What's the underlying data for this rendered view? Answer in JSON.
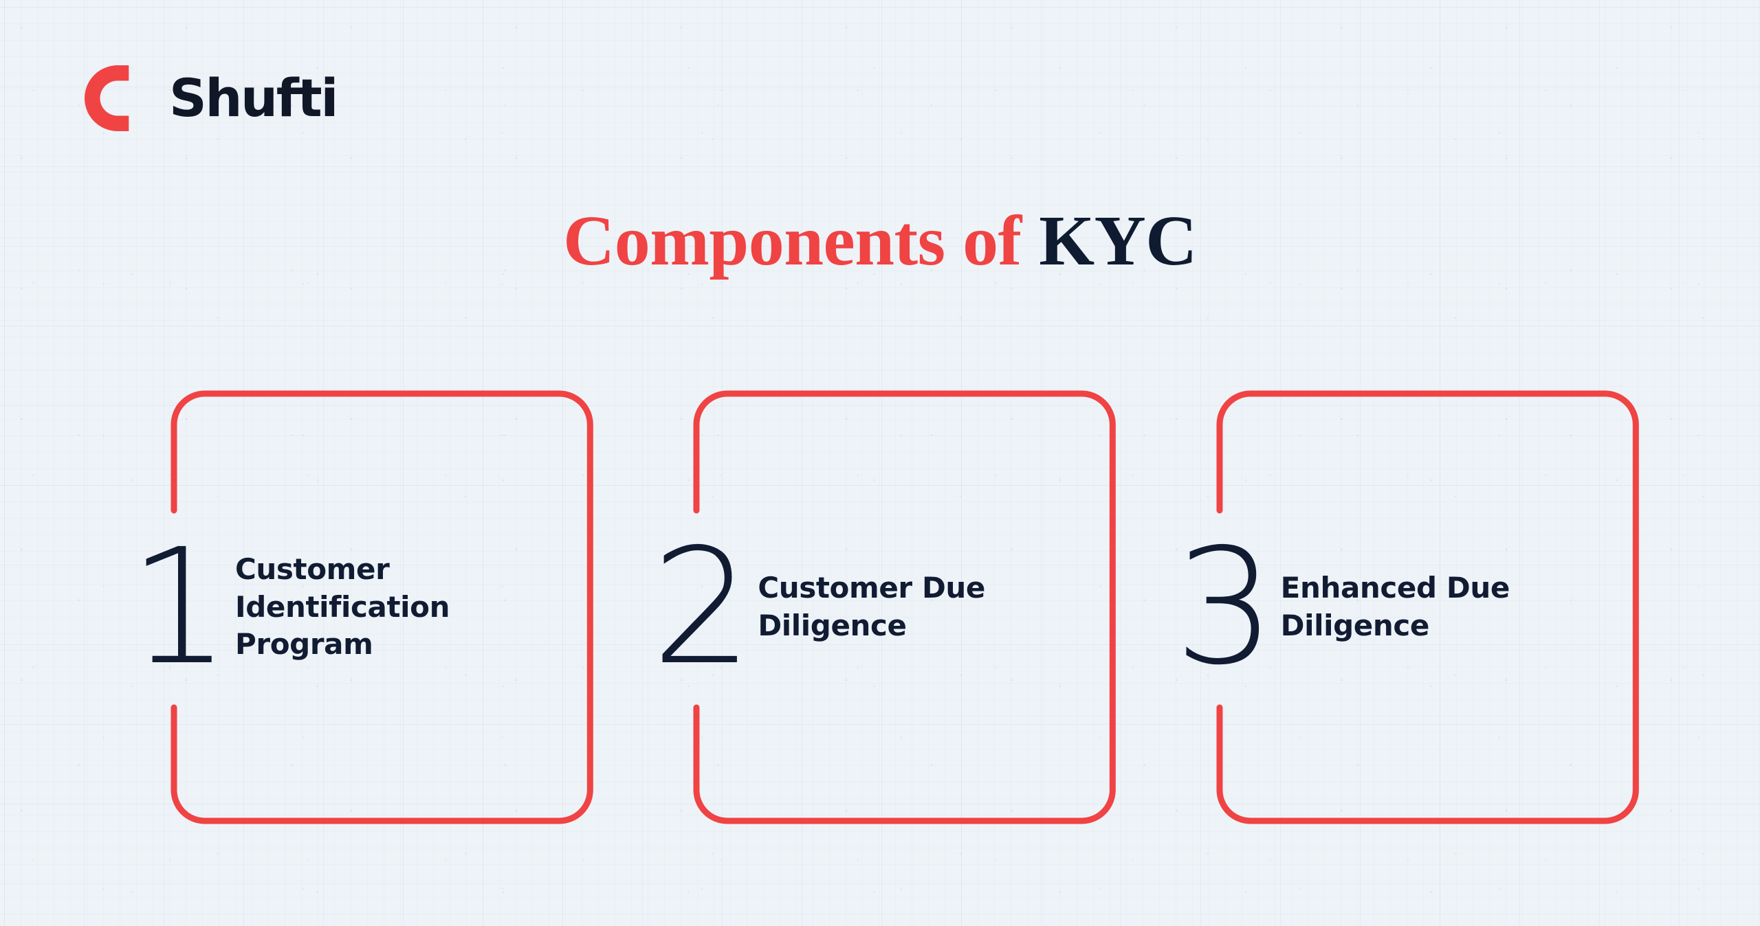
{
  "brand": {
    "logo_icon": "shufti-ring-logo",
    "name": "Shufti",
    "accent_color": "#f04343",
    "dark_color": "#101828"
  },
  "headline": {
    "accent_text": "Components of ",
    "dark_text": "KYC",
    "full_text": "Components of KYC"
  },
  "cards": [
    {
      "number": "1",
      "title": "Customer\nIdentification\nProgram"
    },
    {
      "number": "2",
      "title": "Customer Due\nDiligence"
    },
    {
      "number": "3",
      "title": "Enhanced Due\nDiligence"
    }
  ],
  "theme": {
    "background": "#eef3f8",
    "accent": "#f04343",
    "text_dark": "#111c33"
  }
}
